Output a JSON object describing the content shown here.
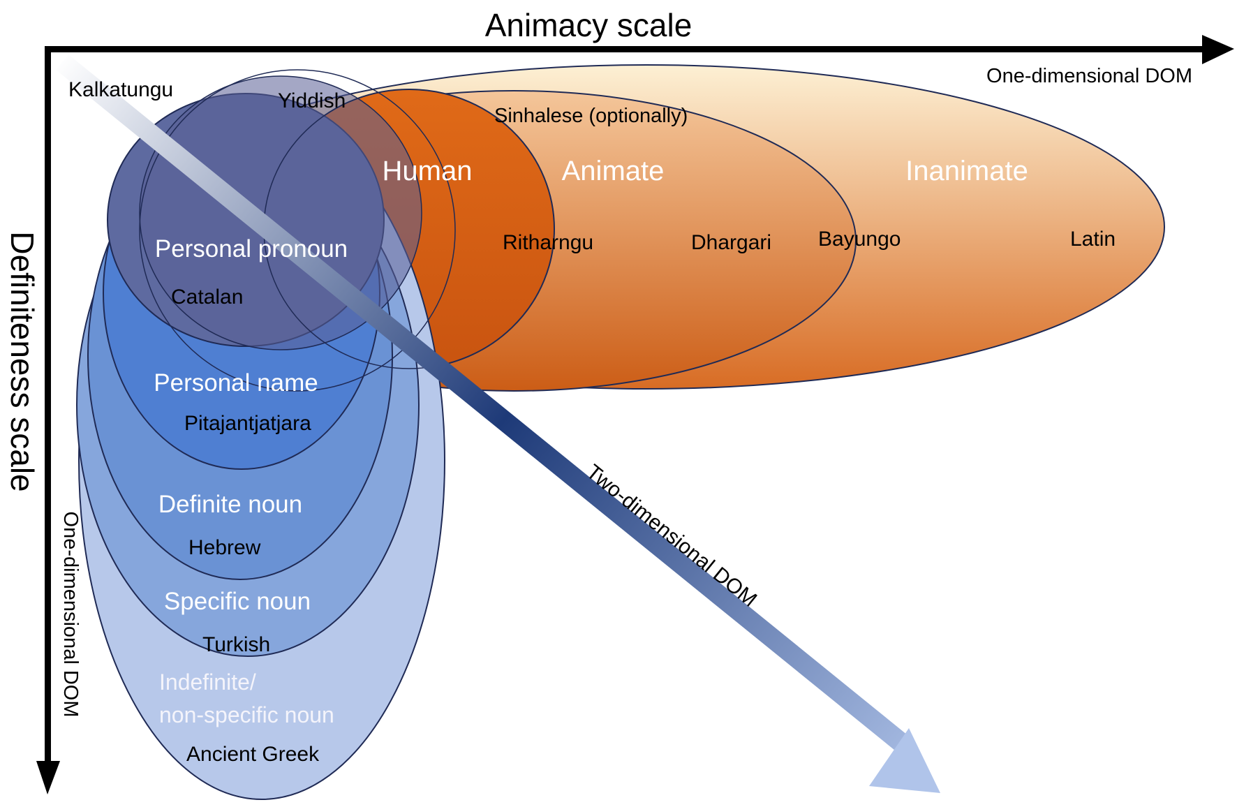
{
  "axes": {
    "animacy_title": "Animacy scale",
    "definiteness_title": "Definiteness scale",
    "horizontal_dom_label": "One-dimensional DOM",
    "vertical_dom_label": "One-dimensional DOM",
    "diagonal_dom_label": "Two-dimensional DOM"
  },
  "animacy_categories": {
    "human": "Human",
    "animate": "Animate",
    "inanimate": "Inanimate"
  },
  "definiteness_categories": {
    "personal_pronoun": "Personal pronoun",
    "personal_name": "Personal name",
    "definite_noun": "Definite noun",
    "specific_noun": "Specific noun",
    "indefinite_line1": "Indefinite/",
    "indefinite_line2": "non-specific noun"
  },
  "languages": {
    "kalkatungu": "Kalkatungu",
    "yiddish": "Yiddish",
    "sinhalese": "Sinhalese (optionally)",
    "ritharngu": "Ritharngu",
    "dhargari": "Dhargari",
    "bayungo": "Bayungo",
    "latin": "Latin",
    "catalan": "Catalan",
    "pitajantjatjara": "Pitajantjatjara",
    "hebrew": "Hebrew",
    "turkish": "Turkish",
    "ancient_greek": "Ancient Greek"
  },
  "colors": {
    "human_fill": "#d45f12",
    "animate_top": "#f4c69a",
    "animate_bottom": "#cc5d16",
    "inanimate_top": "#fdf0d4",
    "inanimate_bottom": "#d86c24",
    "pronoun_fill": "#5e6aa0",
    "name_fill": "#4f7fd2",
    "definite_fill": "#6a92d4",
    "specific_fill": "#86a6dc",
    "indefinite_fill": "#b7c8ea",
    "diagonal_start": "#ffffff",
    "diagonal_mid": "#1e3a78",
    "diagonal_end": "#b0c4ea",
    "axis": "#000000"
  }
}
